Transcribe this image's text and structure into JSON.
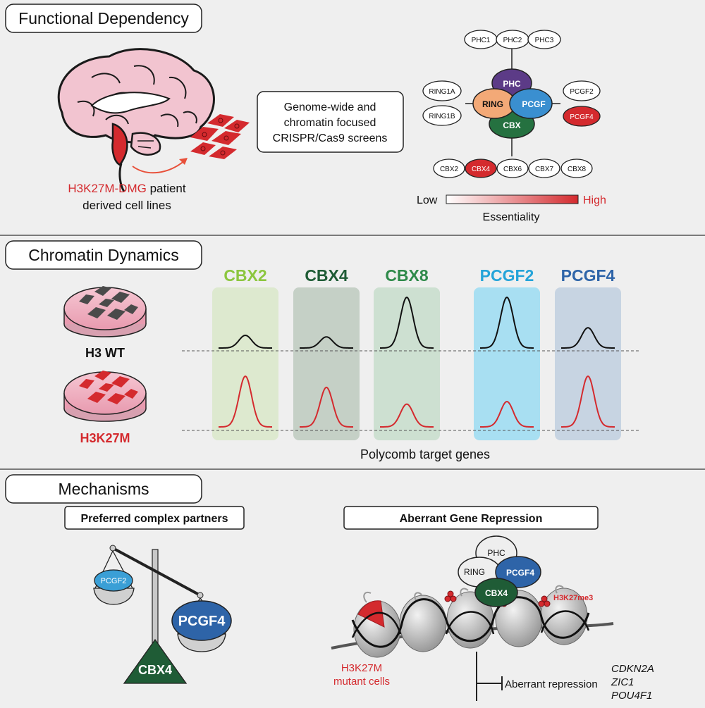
{
  "sections": {
    "functional": "Functional Dependency",
    "chromatin": "Chromatin Dynamics",
    "mechanisms": "Mechanisms"
  },
  "functional": {
    "cell_line_highlight": "H3K27M-DMG",
    "cell_line_rest": " patient",
    "cell_line_line2": "derived cell lines",
    "screen_line1": "Genome-wide and",
    "screen_line2": "chromatin focused",
    "screen_line3": "CRISPR/Cas9 screens",
    "complex": {
      "core": {
        "phc": "PHC",
        "ring": "RING",
        "pcgf": "PCGF",
        "cbx": "CBX"
      },
      "phc_paralogs": [
        "PHC1",
        "PHC2",
        "PHC3"
      ],
      "ring_paralogs": [
        "RING1A",
        "RING1B"
      ],
      "pcgf_paralogs": [
        "PCGF2",
        "PCGF4"
      ],
      "cbx_paralogs": [
        "CBX2",
        "CBX4",
        "CBX6",
        "CBX7",
        "CBX8"
      ]
    },
    "essentiality": {
      "low": "Low",
      "high": "High",
      "label": "Essentiality"
    },
    "colors": {
      "low": "#ffffff",
      "high": "#d42a2e"
    }
  },
  "chromatin": {
    "wt_label": "H3 WT",
    "mut_label": "H3K27M",
    "footer": "Polycomb target genes",
    "peak_data": [
      {
        "name": "CBX2",
        "wt": 0.25,
        "mut": 1.0,
        "color": "#8cc63f",
        "bg": "#dde9cf"
      },
      {
        "name": "CBX4",
        "wt": 0.22,
        "mut": 0.78,
        "color": "#1f5c36",
        "bg": "#c5d0c6"
      },
      {
        "name": "CBX8",
        "wt": 1.0,
        "mut": 0.45,
        "color": "#2f8a4a",
        "bg": "#cde0d1"
      },
      {
        "name": "PCGF2",
        "wt": 1.0,
        "mut": 0.5,
        "color": "#25a4d9",
        "bg": "#a8dff2"
      },
      {
        "name": "PCGF4",
        "wt": 0.4,
        "mut": 1.0,
        "color": "#2e64a8",
        "bg": "#c7d4e2"
      }
    ]
  },
  "mechanisms": {
    "partners_title": "Preferred complex partners",
    "repression_title": "Aberrant Gene Repression",
    "scale_left": "PCGF2",
    "scale_right": "PCGF4",
    "scale_base": "CBX4",
    "complex": {
      "phc": "PHC",
      "ring": "RING",
      "pcgf4": "PCGF4",
      "cbx4": "CBX4"
    },
    "mark": "H3K27me3",
    "mutant_line1": "H3K27M",
    "mutant_line2": "mutant cells",
    "repression_label": "Aberrant repression",
    "genes": [
      "CDKN2A",
      "ZIC1",
      "POU4F1"
    ]
  }
}
